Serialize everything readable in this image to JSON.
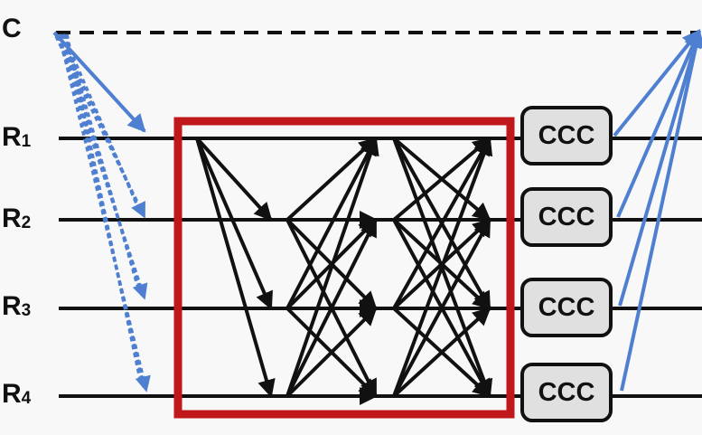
{
  "labels": {
    "c": "C",
    "rows": [
      {
        "main": "R",
        "sub": "1"
      },
      {
        "main": "R",
        "sub": "2"
      },
      {
        "main": "R",
        "sub": "3"
      },
      {
        "main": "R",
        "sub": "4"
      }
    ]
  },
  "blocks": [
    {
      "label": "CCC"
    },
    {
      "label": "CCC"
    },
    {
      "label": "CCC"
    },
    {
      "label": "CCC"
    }
  ],
  "colors": {
    "line": "#111111",
    "frame": "#c0171b",
    "signal": "#4f7fd0",
    "block_fill": "#e0e0e0"
  }
}
